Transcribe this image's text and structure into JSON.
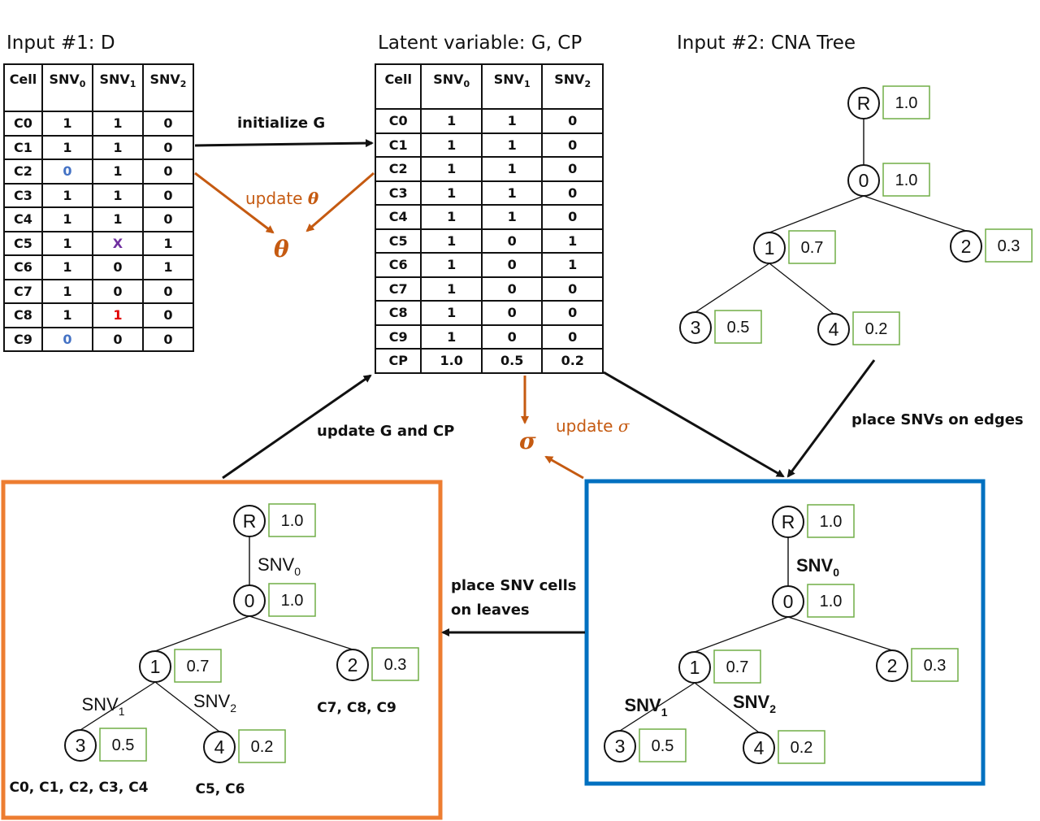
{
  "titles": {
    "input1": "Input #1: D",
    "latent": "Latent variable: G, CP",
    "input2": "Input #2: CNA Tree"
  },
  "colors": {
    "orange": "#c55a11",
    "orange_box": "#ed7d31",
    "blue_box": "#0070c0",
    "green_box": "#70ad47",
    "blue_value": "#4472c4",
    "red_value": "#e00000",
    "purple_value": "#7030a0"
  },
  "table_d": {
    "header": [
      "Cell",
      "SNV",
      "SNV",
      "SNV"
    ],
    "header_subs": [
      "",
      "0",
      "1",
      "2"
    ],
    "rows": [
      {
        "cell": "C0",
        "v": [
          "1",
          "1",
          "0"
        ],
        "style": [
          "",
          "",
          ""
        ]
      },
      {
        "cell": "C1",
        "v": [
          "1",
          "1",
          "0"
        ],
        "style": [
          "",
          "",
          ""
        ]
      },
      {
        "cell": "C2",
        "v": [
          "0",
          "1",
          "0"
        ],
        "style": [
          "blue",
          "",
          ""
        ]
      },
      {
        "cell": "C3",
        "v": [
          "1",
          "1",
          "0"
        ],
        "style": [
          "",
          "",
          ""
        ]
      },
      {
        "cell": "C4",
        "v": [
          "1",
          "1",
          "0"
        ],
        "style": [
          "",
          "",
          ""
        ]
      },
      {
        "cell": "C5",
        "v": [
          "1",
          "X",
          "1"
        ],
        "style": [
          "",
          "purple",
          ""
        ]
      },
      {
        "cell": "C6",
        "v": [
          "1",
          "0",
          "1"
        ],
        "style": [
          "",
          "",
          ""
        ]
      },
      {
        "cell": "C7",
        "v": [
          "1",
          "0",
          "0"
        ],
        "style": [
          "",
          "",
          ""
        ]
      },
      {
        "cell": "C8",
        "v": [
          "1",
          "1",
          "0"
        ],
        "style": [
          "",
          "red",
          ""
        ]
      },
      {
        "cell": "C9",
        "v": [
          "0",
          "0",
          "0"
        ],
        "style": [
          "blue",
          "",
          ""
        ]
      }
    ]
  },
  "table_g": {
    "header": [
      "Cell",
      "SNV",
      "SNV",
      "SNV"
    ],
    "header_subs": [
      "",
      "0",
      "1",
      "2"
    ],
    "rows": [
      {
        "cell": "C0",
        "v": [
          "1",
          "1",
          "0"
        ]
      },
      {
        "cell": "C1",
        "v": [
          "1",
          "1",
          "0"
        ]
      },
      {
        "cell": "C2",
        "v": [
          "1",
          "1",
          "0"
        ]
      },
      {
        "cell": "C3",
        "v": [
          "1",
          "1",
          "0"
        ]
      },
      {
        "cell": "C4",
        "v": [
          "1",
          "1",
          "0"
        ]
      },
      {
        "cell": "C5",
        "v": [
          "1",
          "0",
          "1"
        ]
      },
      {
        "cell": "C6",
        "v": [
          "1",
          "0",
          "1"
        ]
      },
      {
        "cell": "C7",
        "v": [
          "1",
          "0",
          "0"
        ]
      },
      {
        "cell": "C8",
        "v": [
          "1",
          "0",
          "0"
        ]
      },
      {
        "cell": "C9",
        "v": [
          "1",
          "0",
          "0"
        ]
      }
    ],
    "cp_row": {
      "cell": "CP",
      "v": [
        "1.0",
        "0.5",
        "0.2"
      ]
    }
  },
  "arrows": {
    "initialize_g": "initialize G",
    "update_theta": "update ",
    "theta_symbol": "θ",
    "update_g_cp": "update G and CP",
    "update_sigma": "update ",
    "sigma_symbol": "σ",
    "place_snvs_edges": "place SNVs on edges",
    "place_cells_leaves_line1": "place SNV cells",
    "place_cells_leaves_line2": "on leaves"
  },
  "cna_tree": {
    "nodes": [
      {
        "id": "R",
        "value": "1.0"
      },
      {
        "id": "0",
        "value": "1.0"
      },
      {
        "id": "1",
        "value": "0.7"
      },
      {
        "id": "2",
        "value": "0.3"
      },
      {
        "id": "3",
        "value": "0.5"
      },
      {
        "id": "4",
        "value": "0.2"
      }
    ],
    "edges": [
      [
        "R",
        "0"
      ],
      [
        "0",
        "1"
      ],
      [
        "0",
        "2"
      ],
      [
        "1",
        "3"
      ],
      [
        "1",
        "4"
      ]
    ]
  },
  "snv_edges": {
    "R-0": {
      "label": "SNV",
      "sub": "0"
    },
    "1-3": {
      "label": "SNV",
      "sub": "1"
    },
    "1-4": {
      "label": "SNV",
      "sub": "2"
    }
  },
  "leaf_cells": {
    "3": "C0, C1, C2, C3, C4",
    "4": "C5, C6",
    "2": "C7, C8, C9"
  }
}
